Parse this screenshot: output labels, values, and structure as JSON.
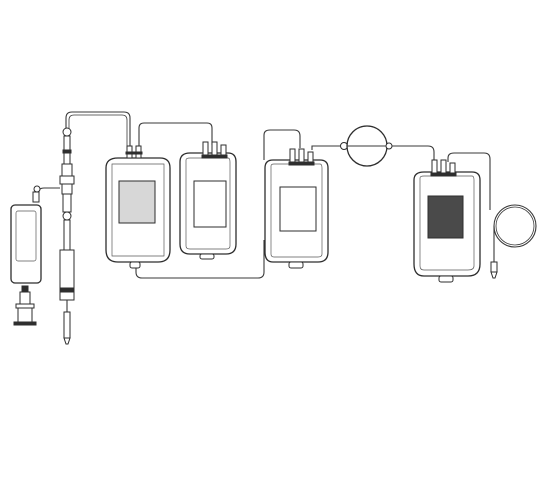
{
  "colors": {
    "line": "#2e2e2e",
    "label_light": "#d7d7d7",
    "label_white": "#ffffff",
    "label_dark": "#4a4a4a"
  },
  "components": [
    {
      "id": "sample-pouch",
      "icon": "sample-pouch"
    },
    {
      "id": "needle-assembly",
      "icon": "needle-holder"
    },
    {
      "id": "primary-bag",
      "icon": "blood-bag",
      "label_color": "#d7d7d7"
    },
    {
      "id": "satellite-bag-1",
      "icon": "blood-bag",
      "label_color": "#ffffff"
    },
    {
      "id": "satellite-bag-2",
      "icon": "blood-bag",
      "label_color": "#ffffff"
    },
    {
      "id": "leukocyte-filter",
      "icon": "inline-filter"
    },
    {
      "id": "storage-bag",
      "icon": "blood-bag",
      "label_color": "#4a4a4a"
    },
    {
      "id": "coiled-tubing",
      "icon": "tubing-coil"
    }
  ]
}
